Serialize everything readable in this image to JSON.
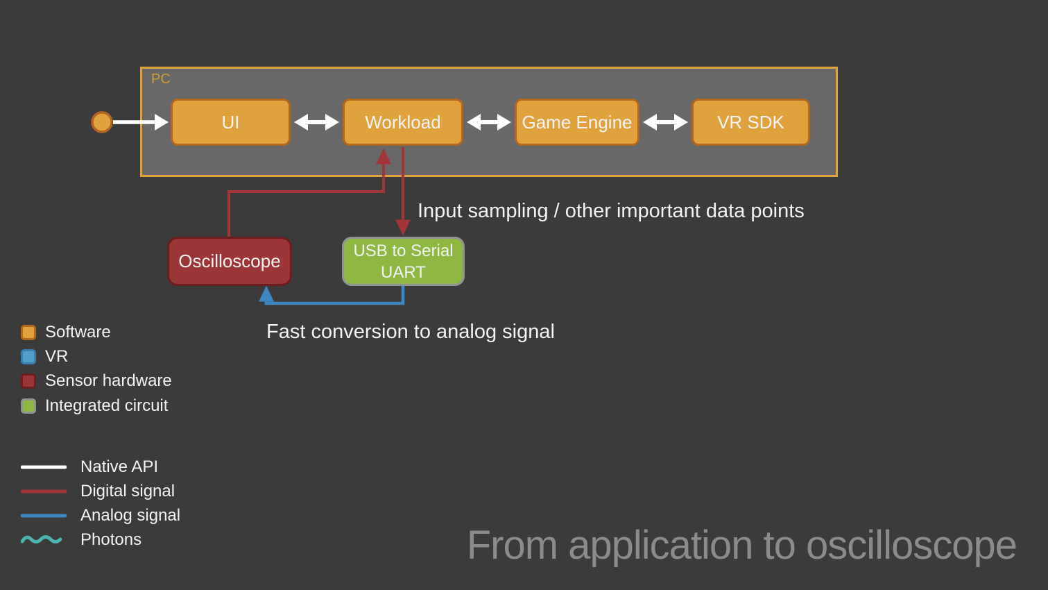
{
  "colors": {
    "background": "#3b3b3b",
    "panel": "#686868",
    "text": "#f2f2f2",
    "title": "#8b8b8b",
    "pc_label": "#cf9b36",
    "software": "#dfa23d",
    "software_border": "#b2661e",
    "vr": "#52a0c9",
    "vr_border": "#3a7fad",
    "sensor": "#9c3537",
    "sensor_border": "#6b1d20",
    "ic": "#8fb842",
    "ic_border": "#8e9494",
    "native_api": "#ffffff",
    "digital": "#a23539",
    "analog": "#3d86c2",
    "photons": "#4db3ae"
  },
  "pc": {
    "label": "PC",
    "nodes": [
      {
        "label": "UI"
      },
      {
        "label": "Workload"
      },
      {
        "label": "Game Engine"
      },
      {
        "label": "VR SDK"
      }
    ]
  },
  "nodes": {
    "oscilloscope": {
      "label": "Oscilloscope"
    },
    "usb": {
      "line1": "USB to Serial",
      "line2": "UART"
    }
  },
  "annotations": {
    "input_sampling": "Input sampling / other important data points",
    "fast_conversion": "Fast conversion to analog signal"
  },
  "legend": {
    "shapes": [
      {
        "label": "Software",
        "swatch": "software"
      },
      {
        "label": "VR",
        "swatch": "vr"
      },
      {
        "label": "Sensor hardware",
        "swatch": "sensor"
      },
      {
        "label": "Integrated circuit",
        "swatch": "ic"
      }
    ],
    "lines": [
      {
        "label": "Native API",
        "style": "solid",
        "color": "native_api"
      },
      {
        "label": "Digital signal",
        "style": "solid",
        "color": "digital"
      },
      {
        "label": "Analog signal",
        "style": "solid",
        "color": "analog"
      },
      {
        "label": "Photons",
        "style": "wavy",
        "color": "photons"
      }
    ]
  },
  "title": "From application to oscilloscope"
}
